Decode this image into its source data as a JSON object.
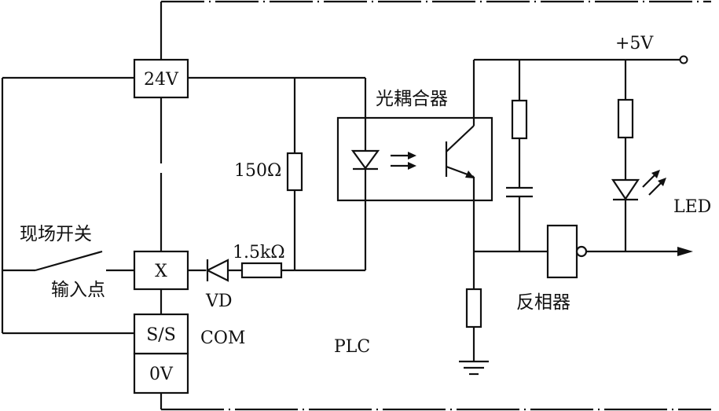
{
  "labels": {
    "supply_24v": "24V",
    "supply_5v": "+5V",
    "optocoupler": "光耦合器",
    "r150": "150Ω",
    "r1k5": "1.5kΩ",
    "field_switch": "现场开关",
    "input_point": "输入点",
    "terminal_x": "X",
    "vd": "VD",
    "terminal_ss": "S/S",
    "com": "COM",
    "terminal_0v": "0V",
    "plc": "PLC",
    "led": "LED",
    "inverter": "反相器"
  },
  "colors": {
    "line": "#111111",
    "background": "#ffffff"
  }
}
